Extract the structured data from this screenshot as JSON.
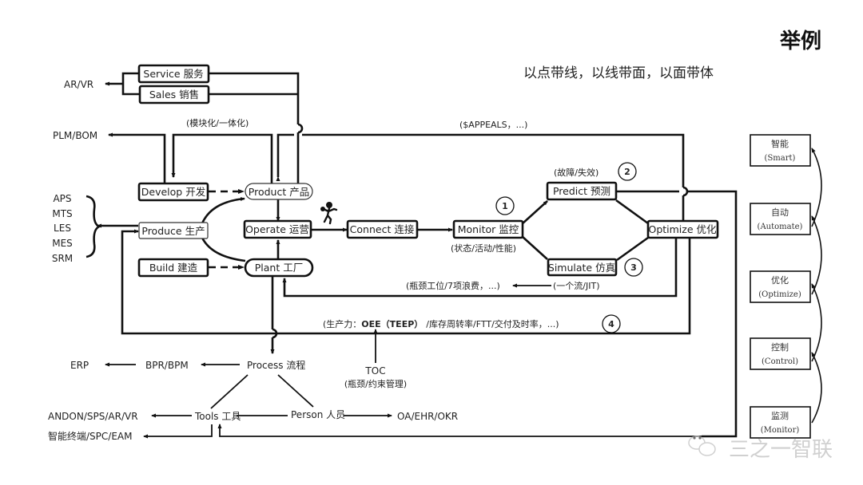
{
  "header": {
    "title": "举例",
    "subtitle": "以点带线，以线带面，以面带体"
  },
  "nodes": {
    "service": "Service 服务",
    "sales": "Sales 销售",
    "develop": "Develop 开发",
    "product": "Product 产品",
    "produce": "Produce 生产",
    "operate": "Operate 运营",
    "build": "Build 建造",
    "plant": "Plant 工厂",
    "connect": "Connect 连接",
    "monitor": "Monitor 监控",
    "predict": "Predict 预测",
    "simulate": "Simulate 仿真",
    "optimize": "Optimize 优化",
    "process": "Process 流程",
    "tools": "Tools 工具",
    "person": "Person 人员"
  },
  "external": {
    "ar_vr": "AR/VR",
    "plm_bom": "PLM/BOM",
    "systems": [
      "APS",
      "MTS",
      "LES",
      "MES",
      "SRM"
    ],
    "erp": "ERP",
    "bpr_bpm": "BPR/BPM",
    "andon": "ANDON/SPS/AR/VR",
    "smart_terminal": "智能终端/SPC/EAM",
    "oa": "OA/EHR/OKR",
    "toc": "TOC",
    "toc_note": "(瓶颈/约束管理)"
  },
  "annotations": {
    "modular": "(模块化/一体化)",
    "appeals": "($APPEALS，...)",
    "fault": "(故障/失效)",
    "state": "(状态/活动/性能)",
    "bottleneck": "(瓶颈工位/7项浪费，...)",
    "one_piece_flow": "(一个流/JIT)",
    "productivity_prefix": "(生产力：",
    "productivity_bold": "OEE（TEEP）",
    "productivity_suffix": "/库存周转率/FTT/交付及时率，...)"
  },
  "markers": [
    "1",
    "2",
    "3",
    "4"
  ],
  "ladder": [
    {
      "cn": "智能",
      "en": "(Smart)"
    },
    {
      "cn": "自动",
      "en": "(Automate)"
    },
    {
      "cn": "优化",
      "en": "(Optimize)"
    },
    {
      "cn": "控制",
      "en": "(Control)"
    },
    {
      "cn": "监测",
      "en": "(Monitor)"
    }
  ],
  "watermark": "三之一智联"
}
